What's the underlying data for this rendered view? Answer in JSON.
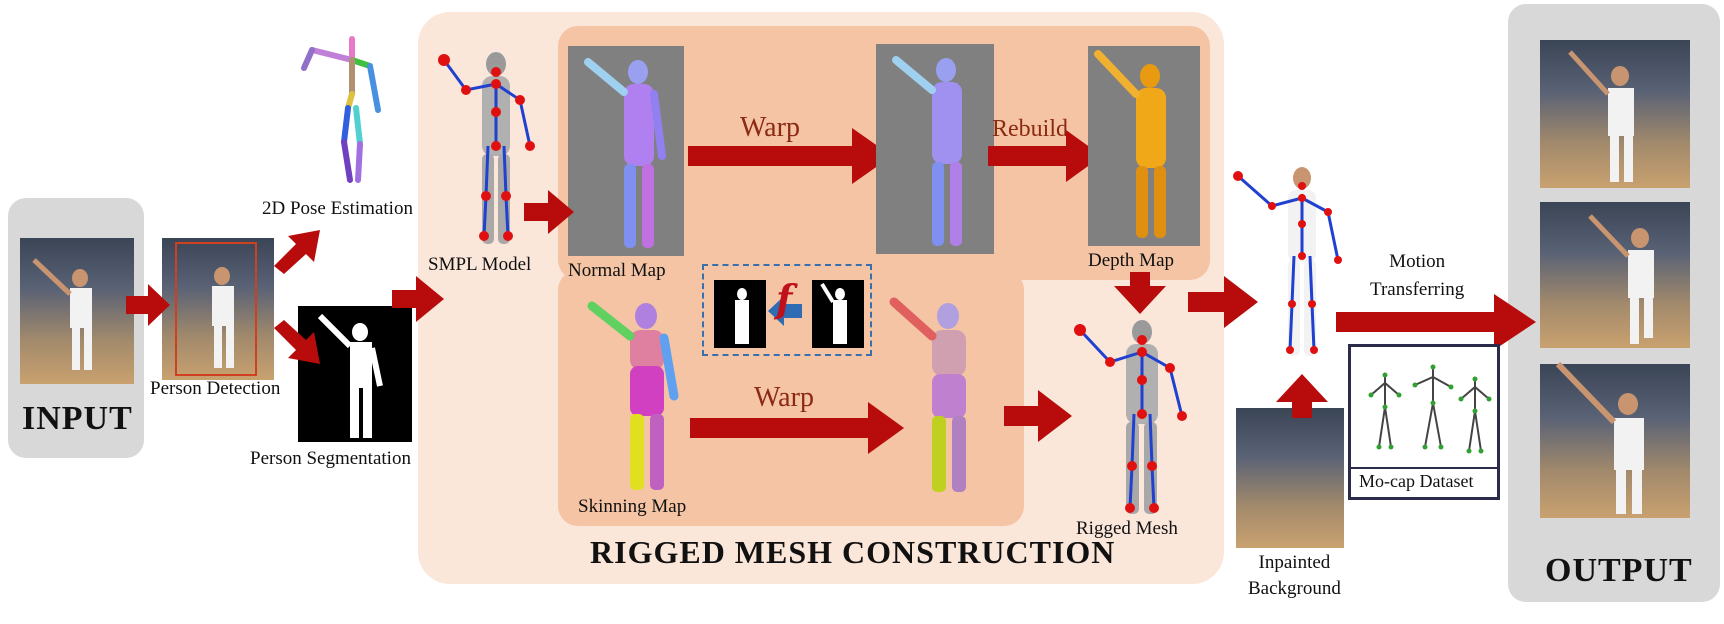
{
  "panels": {
    "input_title": "INPUT",
    "output_title": "OUTPUT",
    "construction_title": "RIGGED MESH CONSTRUCTION"
  },
  "labels": {
    "person_detection": "Person Detection",
    "pose_estimation": "2D Pose Estimation",
    "person_segmentation": "Person Segmentation",
    "smpl_model": "SMPL Model",
    "normal_map": "Normal Map",
    "warp_top": "Warp",
    "rebuild": "Rebuild",
    "depth_map": "Depth Map",
    "skinning_map": "Skinning Map",
    "warp_bottom": "Warp",
    "rigged_mesh": "Rigged Mesh",
    "inpainted_background": "Inpainted\nBackground",
    "motion_transferring": "Motion\nTransferring",
    "mocap_dataset": "Mo-cap Dataset",
    "f_symbol": "f"
  },
  "colors": {
    "arrow": "#b80c0c",
    "panel_gray": "#d8d8d8",
    "panel_peach_outer": "#fbe6da",
    "panel_peach_inner": "#f5c4a4",
    "warp_text": "#8b2a12",
    "dashed_border": "#3a6fae",
    "blue_arrow": "#2e6db4"
  }
}
